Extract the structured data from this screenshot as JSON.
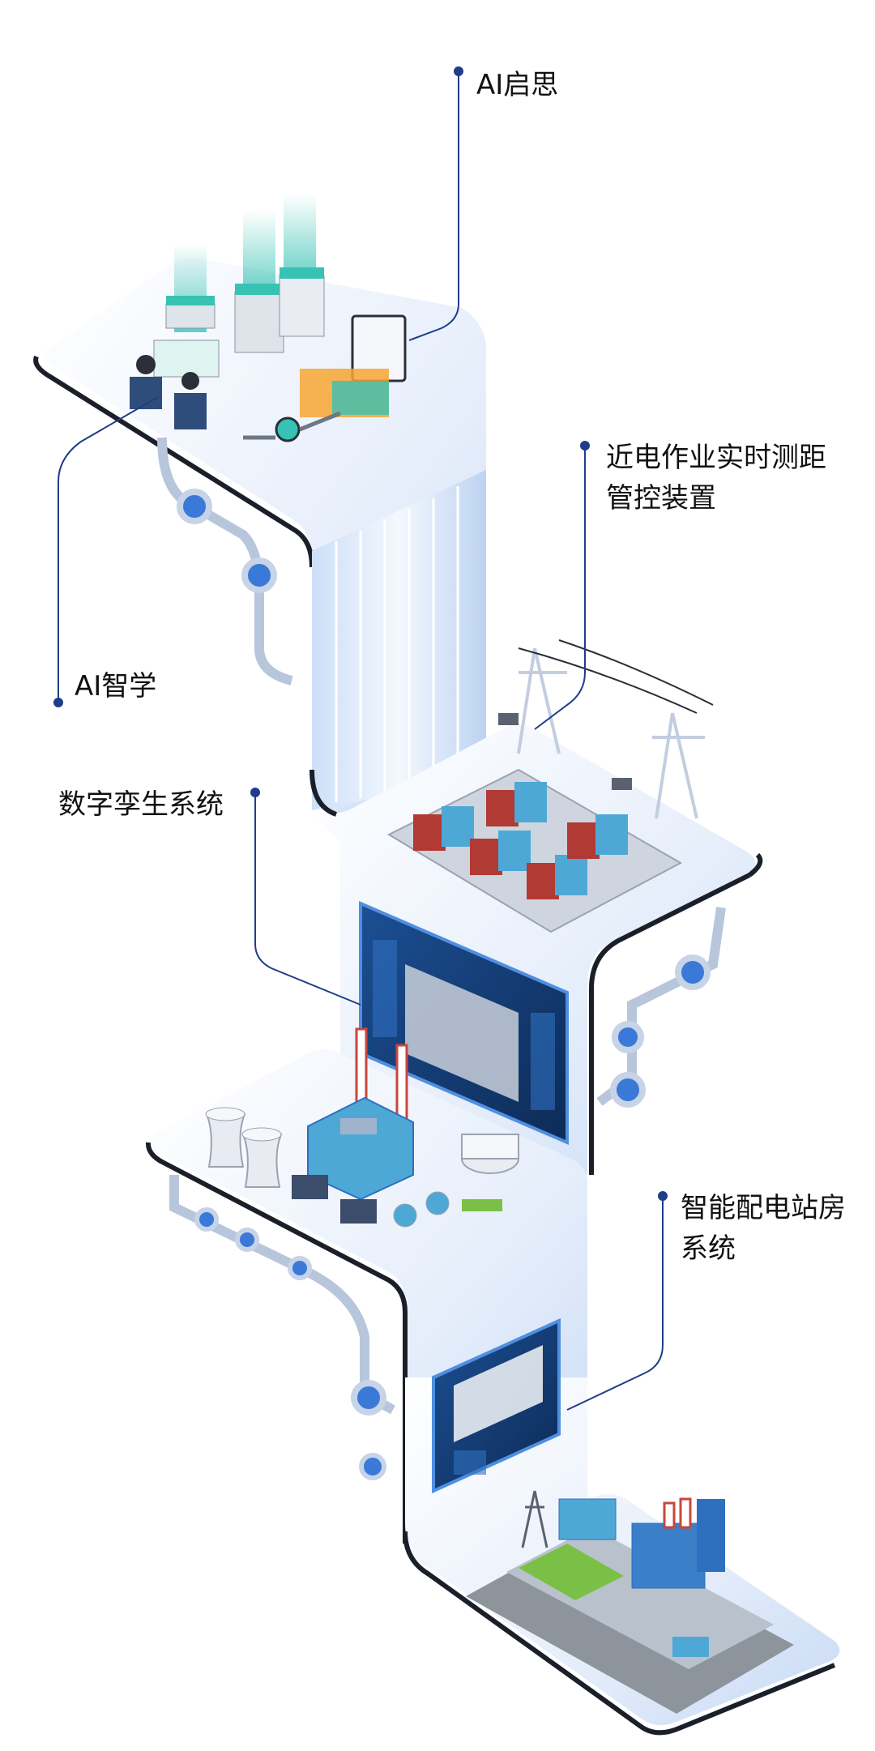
{
  "labels": {
    "ai_qisi": "AI启思",
    "near_electric_line1": "近电作业实时测距",
    "near_electric_line2": "管控装置",
    "ai_zhixue": "AI智学",
    "digital_twin": "数字孪生系统",
    "smart_station_line1": "智能配电站房",
    "smart_station_line2": "系统"
  },
  "colors": {
    "platform_top": "#dfe9f8",
    "platform_edge": "#1b1f2a",
    "callout_line": "#1f3d8a",
    "accent_blue": "#3a79d8",
    "teal": "#37c2b3",
    "screen_dark": "#123a6e"
  },
  "icons": [
    "gear-icon",
    "server-icon",
    "monitor-icon",
    "transmission-tower-icon",
    "transformer-icon",
    "cooling-tower-icon",
    "factory-icon",
    "camera-icon"
  ]
}
